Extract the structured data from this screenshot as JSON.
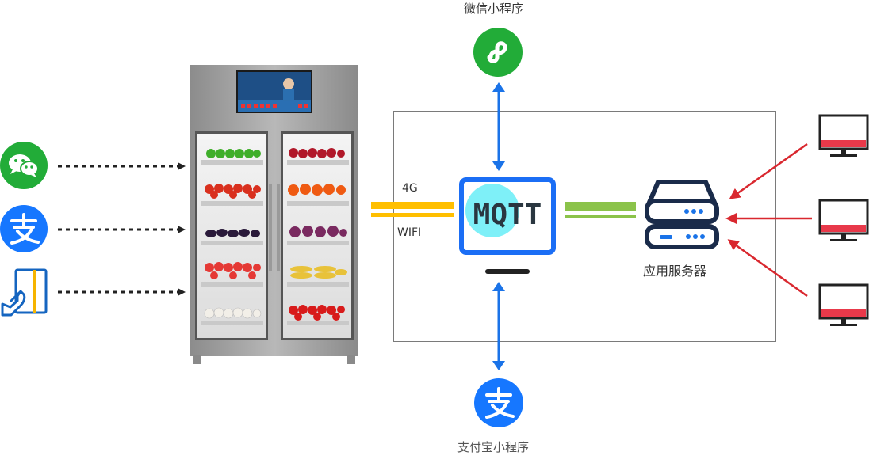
{
  "labels": {
    "wechat_miniprogram": "微信小程序",
    "alipay_miniprogram": "支付宝小程序",
    "app_server": "应用服务器",
    "net_4g": "4G",
    "net_wifi": "WIFI",
    "mqtt": "MQTT"
  },
  "colors": {
    "wechat_green": "#22ac38",
    "alipay_blue": "#1677ff",
    "mqtt_blue": "#1b6ef5",
    "mqtt_cyan": "#7ef0f8",
    "link_yellow": "#ffbf00",
    "link_green": "#8bc34a",
    "arrow_red": "#d9282f",
    "arrow_blue": "#1a73e8",
    "monitor_red": "#e8394a",
    "server_navy": "#1a2b4a",
    "frame_gray": "#7a7a7a"
  },
  "icons": {
    "left": [
      "wechat-icon",
      "alipay-icon",
      "card-tap-icon"
    ],
    "top": "miniprogram-icon",
    "bottom": "alipay-icon",
    "server": "server-icon",
    "clients": [
      "monitor-icon",
      "monitor-icon",
      "monitor-icon"
    ],
    "center": "mqtt-broker-icon",
    "machine": "vending-fridge-image"
  }
}
